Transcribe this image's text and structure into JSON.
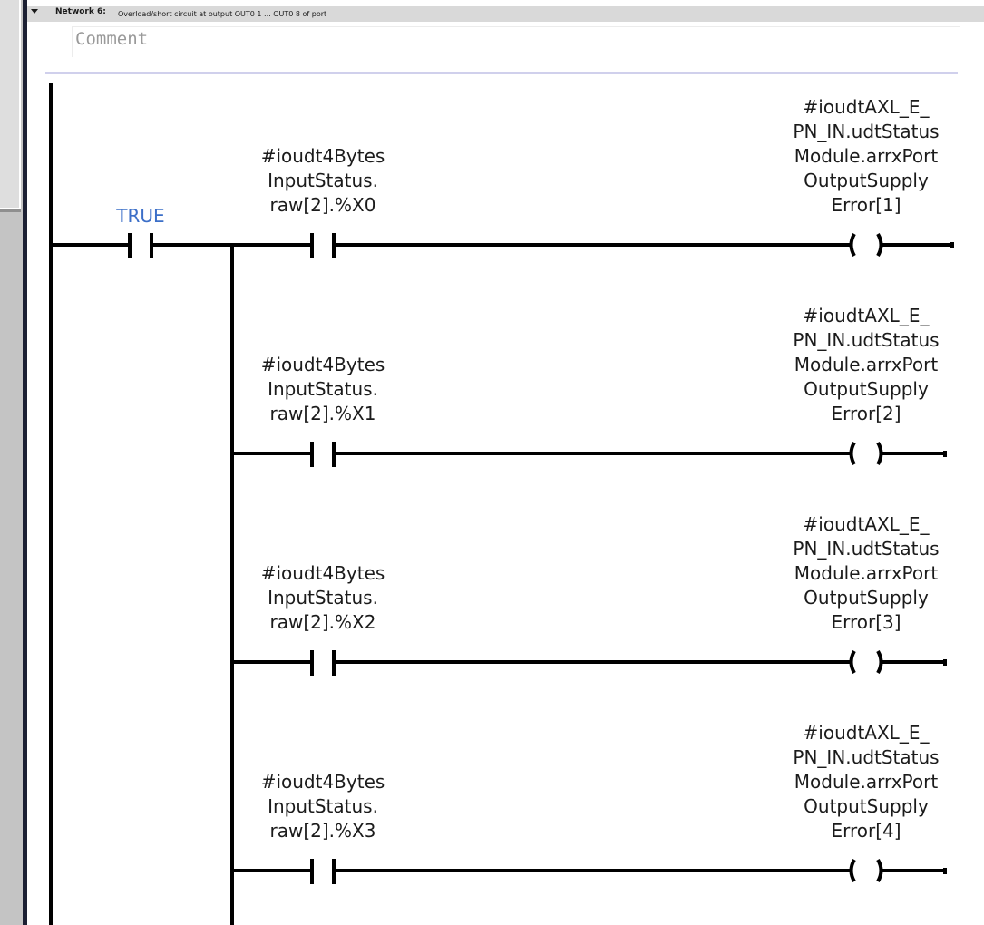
{
  "network": {
    "title": "Network 6:",
    "description": "Overload/short circuit at output OUT0 1 ... OUT0 8  of port",
    "comment_placeholder": "Comment",
    "expanded": true
  },
  "power_contact": {
    "label": "TRUE",
    "type": "normally-open-contact"
  },
  "rungs": [
    {
      "contact_lines": [
        "#ioudt4Bytes",
        "InputStatus.",
        "raw[2].%X0"
      ],
      "coil_lines": [
        "#ioudtAXL_E_",
        "PN_IN.udtStatus",
        "Module.arrxPort",
        "OutputSupply",
        "Error[1]"
      ]
    },
    {
      "contact_lines": [
        "#ioudt4Bytes",
        "InputStatus.",
        "raw[2].%X1"
      ],
      "coil_lines": [
        "#ioudtAXL_E_",
        "PN_IN.udtStatus",
        "Module.arrxPort",
        "OutputSupply",
        "Error[2]"
      ]
    },
    {
      "contact_lines": [
        "#ioudt4Bytes",
        "InputStatus.",
        "raw[2].%X2"
      ],
      "coil_lines": [
        "#ioudtAXL_E_",
        "PN_IN.udtStatus",
        "Module.arrxPort",
        "OutputSupply",
        "Error[3]"
      ]
    },
    {
      "contact_lines": [
        "#ioudt4Bytes",
        "InputStatus.",
        "raw[2].%X3"
      ],
      "coil_lines": [
        "#ioudtAXL_E_",
        "PN_IN.udtStatus",
        "Module.arrxPort",
        "OutputSupply",
        "Error[4]"
      ]
    }
  ],
  "colors": {
    "true_label": "#3c6fc8",
    "wire": "#000000",
    "separator": "#d0d0ec",
    "header_bg": "#d9d9d9"
  }
}
